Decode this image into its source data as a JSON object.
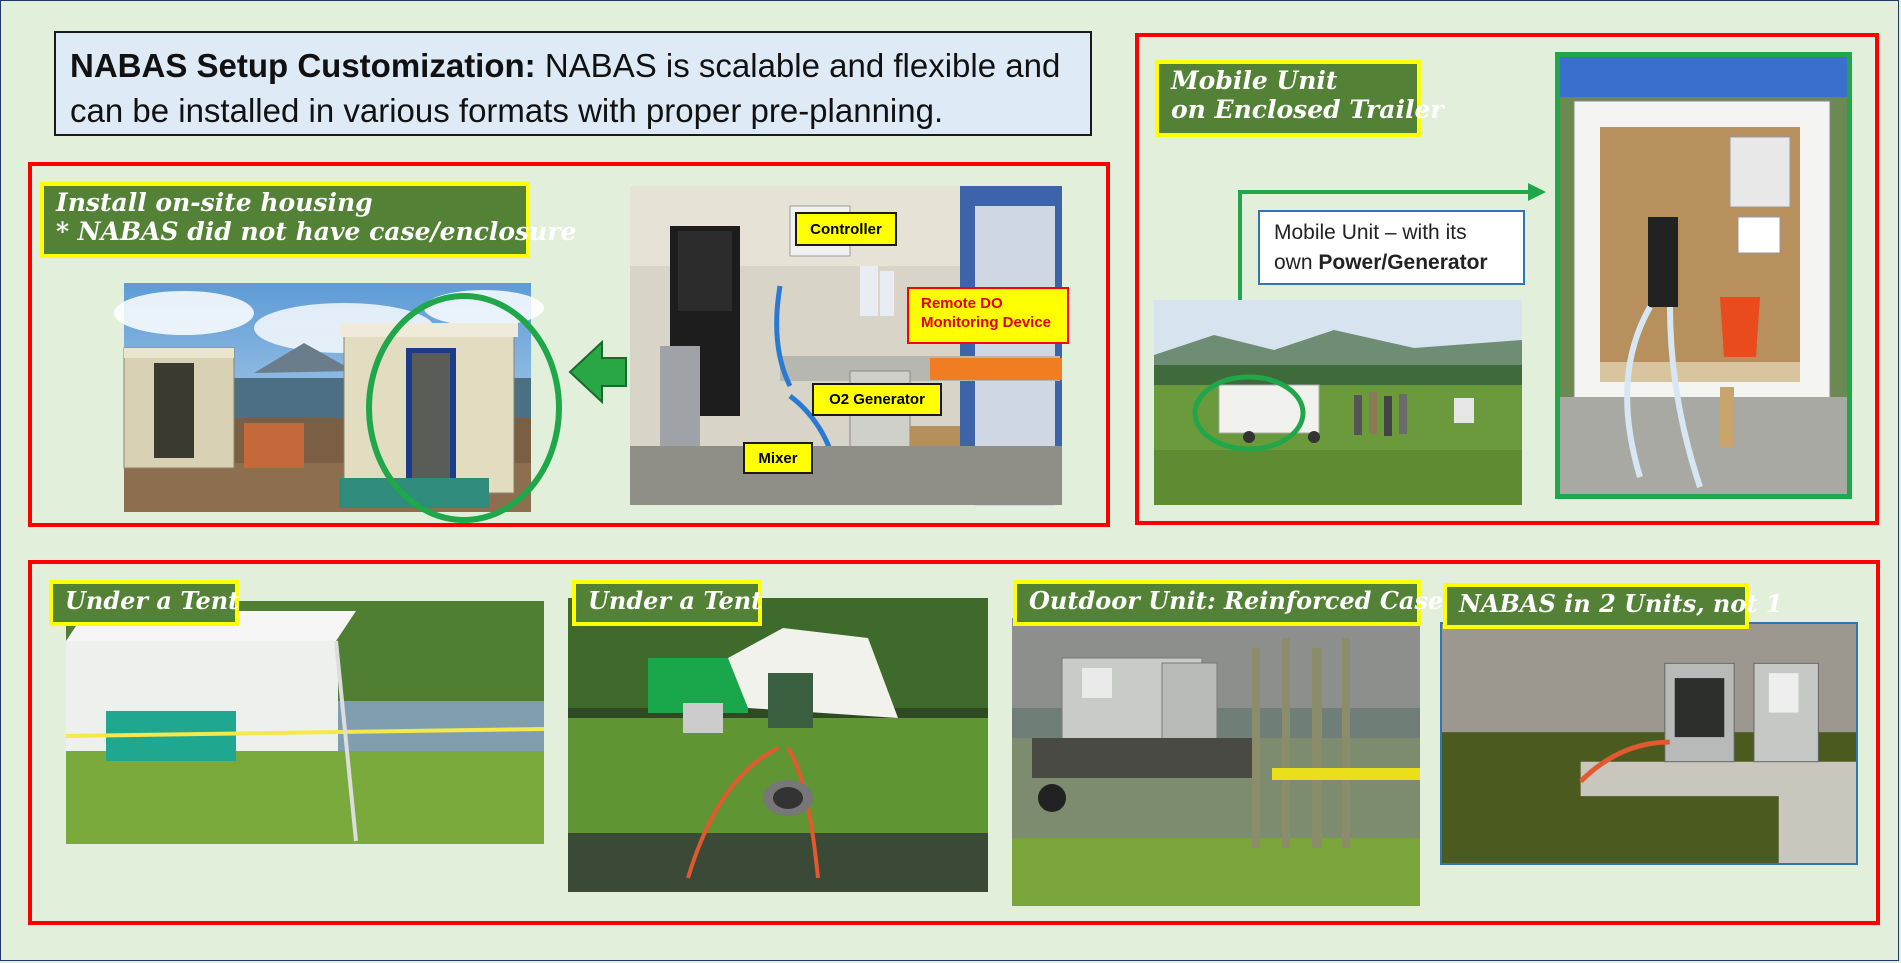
{
  "headline": {
    "bold": "NABAS Setup Customization:",
    "text": "  NABAS is scalable and flexible and can be installed in various formats with proper pre-planning."
  },
  "panels": {
    "onsite": {
      "title_line1": "Install on-site housing",
      "title_line2": "* NABAS did not have case/enclosure",
      "labels": {
        "controller": "Controller",
        "remote_do_line1": "Remote DO",
        "remote_do_line2": "Monitoring Device",
        "o2_generator": "O2 Generator",
        "mixer": "Mixer"
      }
    },
    "mobile": {
      "title_line1": "Mobile Unit",
      "title_line2": "on Enclosed Trailer",
      "callout_text": "Mobile Unit – with its own ",
      "callout_bold": "Power/Generator"
    },
    "tent1": {
      "title": "Under a Tent"
    },
    "tent2": {
      "title": "Under a Tent"
    },
    "outdoor": {
      "title": "Outdoor Unit:  Reinforced Case"
    },
    "two_units": {
      "title": "NABAS in 2 Units, not 1"
    }
  },
  "colors": {
    "background": "#e2efda",
    "frame_red": "#ff0000",
    "frame_green": "#1fa74a",
    "tag_green": "#538135",
    "tag_border": "#ffff00",
    "headline_fill": "#deebf7"
  },
  "icons": {
    "arrow_left": "green-left-arrow-icon",
    "arrow_connector": "green-elbow-arrow-icon"
  }
}
